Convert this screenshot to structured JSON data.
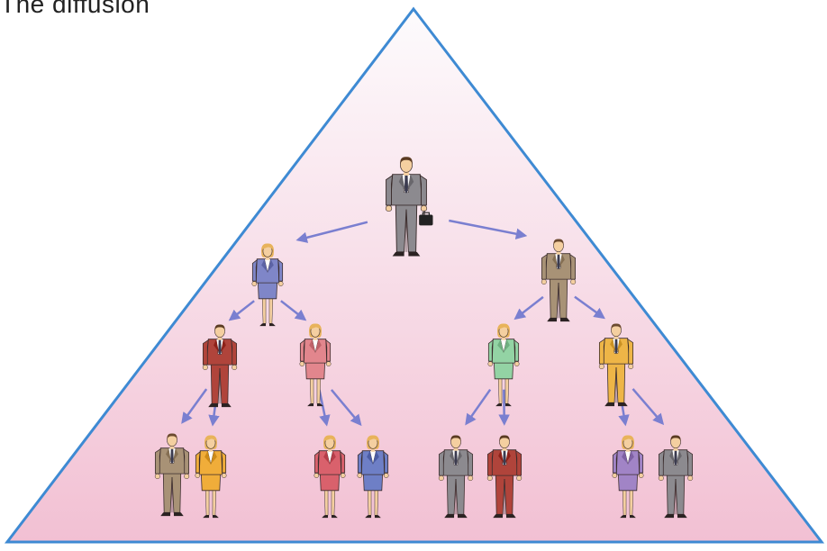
{
  "header": {
    "cropped_text": "The diffusion"
  },
  "diagram": {
    "background_gradient": [
      "#fdfbfd",
      "#f2c0d3"
    ],
    "border_color": "#3e8ad3",
    "arrow_color": "#7a7fd0",
    "skin_color": "#f4cfa0",
    "levels": [
      {
        "level": 1,
        "people": [
          {
            "id": "p-top",
            "gender": "male",
            "suit": "#8c8a8f",
            "briefcase": true
          }
        ]
      },
      {
        "level": 2,
        "people": [
          {
            "id": "p-l2-left",
            "gender": "female",
            "suit": "#7f86c8",
            "hair": "#e8b35b"
          },
          {
            "id": "p-l2-right",
            "gender": "male",
            "suit": "#a89276",
            "hair": "#6b4a2f"
          }
        ]
      },
      {
        "level": 3,
        "people": [
          {
            "id": "p-l3-a",
            "gender": "male",
            "suit": "#b0443b",
            "hair": "#5a3b22"
          },
          {
            "id": "p-l3-b",
            "gender": "female",
            "suit": "#e2868d",
            "hair": "#e8b35b"
          },
          {
            "id": "p-l3-c",
            "gender": "female",
            "suit": "#93d3a4",
            "hair": "#e8b35b"
          },
          {
            "id": "p-l3-d",
            "gender": "male",
            "suit": "#eeb547",
            "hair": "#6b4a2f"
          }
        ]
      },
      {
        "level": 4,
        "people": [
          {
            "id": "p-l4-1",
            "gender": "male",
            "suit": "#a89276",
            "hair": "#6b4a2f"
          },
          {
            "id": "p-l4-2",
            "gender": "female",
            "suit": "#f0ad3a",
            "hair": "#e8b35b"
          },
          {
            "id": "p-l4-3",
            "gender": "female",
            "suit": "#d9616c",
            "hair": "#e8b35b"
          },
          {
            "id": "p-l4-4",
            "gender": "female",
            "suit": "#6e7fc6",
            "hair": "#e8b35b"
          },
          {
            "id": "p-l4-5",
            "gender": "male",
            "suit": "#8c8a8f",
            "hair": "#5a3b22"
          },
          {
            "id": "p-l4-6",
            "gender": "male",
            "suit": "#b0443b",
            "hair": "#5a3b22"
          },
          {
            "id": "p-l4-7",
            "gender": "female",
            "suit": "#a184c6",
            "hair": "#e8b35b"
          },
          {
            "id": "p-l4-8",
            "gender": "male",
            "suit": "#8c8a8f",
            "hair": "#5a3b22"
          }
        ]
      }
    ],
    "connections": [
      {
        "from": "p-top",
        "to": "p-l2-left"
      },
      {
        "from": "p-top",
        "to": "p-l2-right"
      },
      {
        "from": "p-l2-left",
        "to": "p-l3-a"
      },
      {
        "from": "p-l2-left",
        "to": "p-l3-b"
      },
      {
        "from": "p-l2-right",
        "to": "p-l3-c"
      },
      {
        "from": "p-l2-right",
        "to": "p-l3-d"
      },
      {
        "from": "p-l3-a",
        "to": "p-l4-1"
      },
      {
        "from": "p-l3-a",
        "to": "p-l4-2"
      },
      {
        "from": "p-l3-b",
        "to": "p-l4-3"
      },
      {
        "from": "p-l3-b",
        "to": "p-l4-4"
      },
      {
        "from": "p-l3-c",
        "to": "p-l4-5"
      },
      {
        "from": "p-l3-c",
        "to": "p-l4-6"
      },
      {
        "from": "p-l3-d",
        "to": "p-l4-7"
      },
      {
        "from": "p-l3-d",
        "to": "p-l4-8"
      }
    ]
  }
}
